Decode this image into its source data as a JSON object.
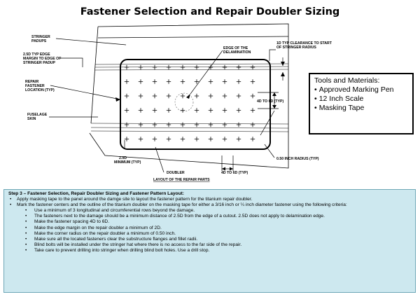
{
  "title": "Fastener Selection and Repair Doubler Sizing",
  "diagram": {
    "labels": {
      "stringer_padups": [
        "STRINGER",
        "PADUPS"
      ],
      "edge_margin": [
        "2.5D TYP EDGE",
        "MARGIN TO EDGE OF",
        "STRINGER PADUP"
      ],
      "repair_fastener": [
        "REPAIR",
        "FASTENER",
        "LOCATION (TYP)"
      ],
      "fuselage_skin": [
        "FUSELAGE",
        "SKIN"
      ],
      "edge_of_delamination": [
        "EDGE OF THE",
        "DELAMINATION"
      ],
      "clearance": [
        "1D TYP CLEARANCE TO START",
        "OF STRINGER RADIUS"
      ],
      "spacing_right": "4D TO 6D (TYP)",
      "min_2d": [
        "2.0D",
        "MINIMUM (TYP)"
      ],
      "doubler": "DOUBLER",
      "spacing_bottom": "4D TO 6D (TYP)",
      "radius": "0.50 INCH RADIUS (TYP)",
      "layout_caption": "LAYOUT OF THE REPAIR PARTS"
    }
  },
  "tools": {
    "heading": "Tools and Materials:",
    "items": [
      "Approved Marking Pen",
      "12 Inch Scale",
      "Masking Tape"
    ]
  },
  "step": {
    "heading": "Step 3 – Fastener Selection, Repair Doubler Sizing and Fastener Pattern Layout:",
    "bullet1": "Apply masking tape to the panel around the damge site to layout the fastener pattern for the titanium repair doubler.",
    "bullet2": "Mark the fastener centers and the outline of the titanium doubler on the masking tape  for either a  3/16 inch or ¼ inch diameter fastener using the following criteria:",
    "criteria": [
      "Use a minimum of 3 longitudinal and circumferential rows beyond the damage.",
      "The fasteners next to the damage should be a minimum distance of 2.5D from the edge of a cutout.  2.5D does not apply to delamination edge.",
      "Make the fastener spacing 4D to 6D.",
      "Make the edge margin on the repair doubler a minimum of 2D.",
      "Make the corner radius on the repair doubler a minimum of 0.50 inch.",
      "Make sure all the located fasteners clear the substructure flanges and fillet radii.",
      "Blind bolts will be installed under the stringer hat where there is no access to the far side of the repair.",
      "Take care to prevent drilling into stringer when drilling blind bolt holes.  Use a drill stop."
    ]
  }
}
